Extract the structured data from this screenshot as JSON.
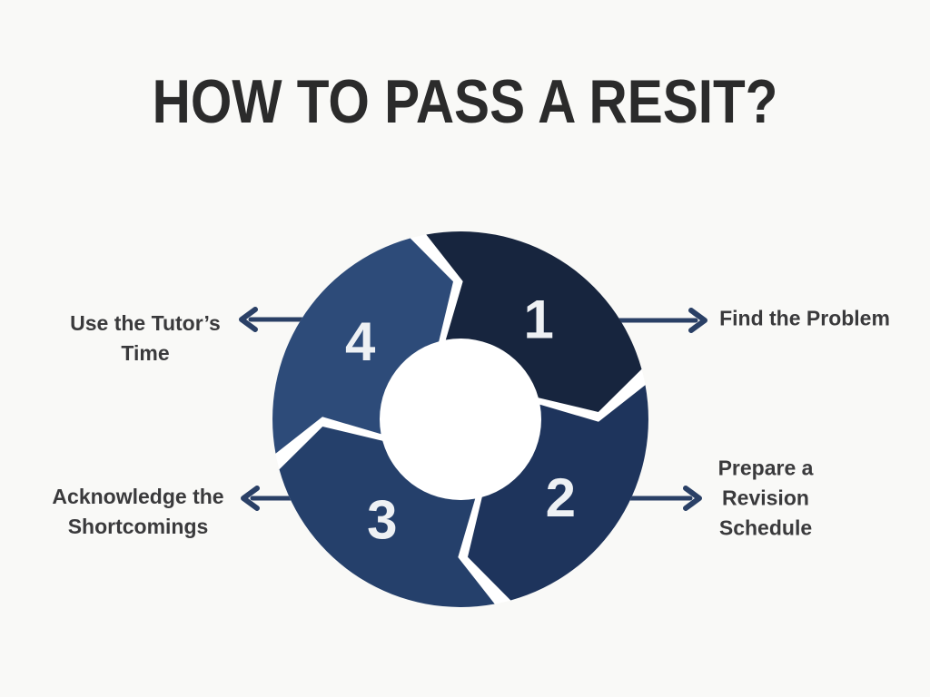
{
  "title": "HOW TO PASS A RESIT?",
  "steps": [
    {
      "number": "1",
      "lines": [
        "Find the Problem"
      ],
      "position": "top-right",
      "color": "#17253e"
    },
    {
      "number": "2",
      "lines": [
        "Prepare a",
        "Revision",
        "Schedule"
      ],
      "position": "bottom-right",
      "color": "#1e345c"
    },
    {
      "number": "3",
      "lines": [
        "Acknowledge the",
        "Shortcomings"
      ],
      "position": "bottom-left",
      "color": "#25406b"
    },
    {
      "number": "4",
      "lines": [
        "Use the Tutor’s",
        "Time"
      ],
      "position": "top-left",
      "color": "#2d4b79"
    }
  ],
  "colors": {
    "background": "#f9f9f7",
    "title": "#2b2b2b",
    "label": "#3a3a3c",
    "arrow": "#2a4066",
    "number": "#eef1f4",
    "wheel_gap": "#ffffff"
  }
}
